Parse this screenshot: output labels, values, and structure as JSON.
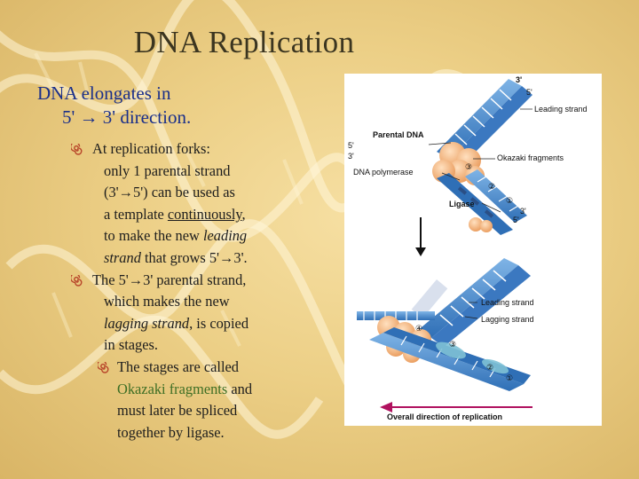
{
  "slide": {
    "title": "DNA Replication",
    "heading_line1": "DNA elongates in",
    "heading_line2": "5' → 3' direction.",
    "bullet1": {
      "line1": "At replication forks:",
      "line2": "only 1 parental strand",
      "line3": "(3'→5') can be used as",
      "line4a": "a template ",
      "line4b": "continuously",
      "line4c": ",",
      "line5a": "to make the new ",
      "line5b": "leading",
      "line6a": "strand",
      "line6b": " that grows 5'→3'."
    },
    "bullet2": {
      "line1": "The 5'→3' parental strand,",
      "line2": "which makes the new",
      "line3a": "lagging strand",
      "line3b": ", is copied",
      "line4": "in stages."
    },
    "bullet3": {
      "line1": "The stages are called",
      "line2a": "Okazaki fragments",
      "line2b": " and",
      "line3": "must later be spliced",
      "line4": "together by ligase."
    }
  },
  "figure": {
    "label_3prime_top": "3'",
    "label_5prime_top": "5'",
    "leading_strand_top": "Leading strand",
    "parental_dna": "Parental DNA",
    "label_5prime_left": "5'",
    "label_3prime_left": "3'",
    "okazaki_fragments": "Okazaki fragments",
    "dna_polymerase": "DNA polymerase",
    "num_3": "③",
    "num_2": "②",
    "num_1": "①",
    "ligase": "Ligase",
    "label_3prime_mid": "3'",
    "label_5prime_mid": "5'",
    "leading_strand_bottom": "Leading strand",
    "lagging_strand": "Lagging strand",
    "num_b4": "④",
    "num_b3": "③",
    "num_b2": "②",
    "num_b1": "①",
    "overall_direction": "Overall direction of replication"
  },
  "colors": {
    "title": "#3b3520",
    "heading": "#1a2f8a",
    "okazaki_highlight": "#3d6e24",
    "bullet_marker": "#b8452a"
  }
}
